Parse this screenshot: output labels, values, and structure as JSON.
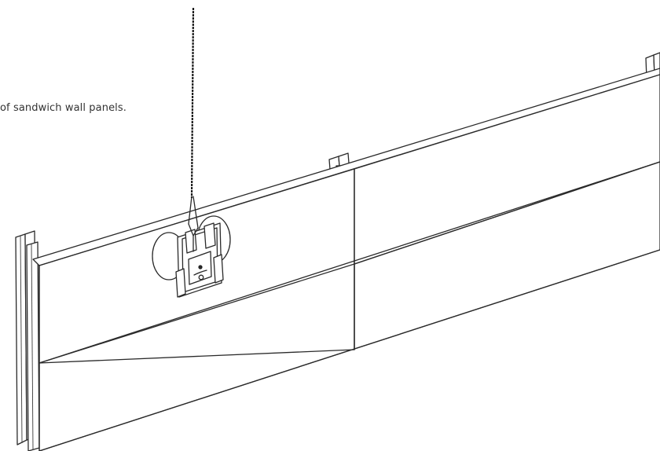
{
  "caption": "of sandwich wall panels.",
  "colors": {
    "line": "#2a2a2a",
    "background": "#ffffff",
    "text": "#333333"
  },
  "components": {
    "lifting_device": "vacuum-lifter-icon",
    "panels": "sandwich-wall-panel",
    "posts": "steel-post"
  }
}
